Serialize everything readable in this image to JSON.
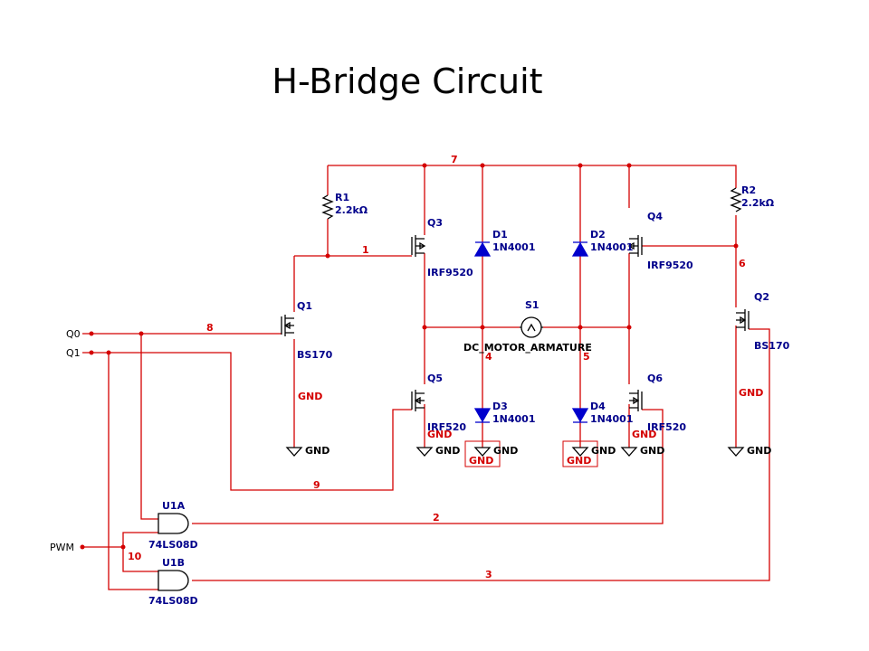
{
  "title": "H-Bridge Circuit",
  "nets": [
    "7",
    "1",
    "6",
    "8",
    "4",
    "5",
    "9",
    "2",
    "10",
    "3"
  ],
  "ports": {
    "q0": "Q0",
    "q1": "Q1",
    "pwm": "PWM"
  },
  "components": {
    "r1": {
      "ref": "R1",
      "value": "2.2kΩ"
    },
    "r2": {
      "ref": "R2",
      "value": "2.2kΩ"
    },
    "q1": {
      "ref": "Q1",
      "part": "BS170"
    },
    "q2": {
      "ref": "Q2",
      "part": "BS170"
    },
    "q3": {
      "ref": "Q3",
      "part": "IRF9520"
    },
    "q4": {
      "ref": "Q4",
      "part": "IRF9520"
    },
    "q5": {
      "ref": "Q5",
      "part": "IRF520"
    },
    "q6": {
      "ref": "Q6",
      "part": "IRF520"
    },
    "d1": {
      "ref": "D1",
      "part": "1N4001"
    },
    "d2": {
      "ref": "D2",
      "part": "1N4001"
    },
    "d3": {
      "ref": "D3",
      "part": "1N4001"
    },
    "d4": {
      "ref": "D4",
      "part": "1N4001"
    },
    "s1": {
      "ref": "S1",
      "part": "DC_MOTOR_ARMATURE"
    },
    "u1a": {
      "ref": "U1A",
      "part": "74LS08D"
    },
    "u1b": {
      "ref": "U1B",
      "part": "74LS08D"
    }
  },
  "gnd": "GND",
  "colors": {
    "wire": "#d40000",
    "label": "#00008b",
    "diode": "#0000cc"
  }
}
